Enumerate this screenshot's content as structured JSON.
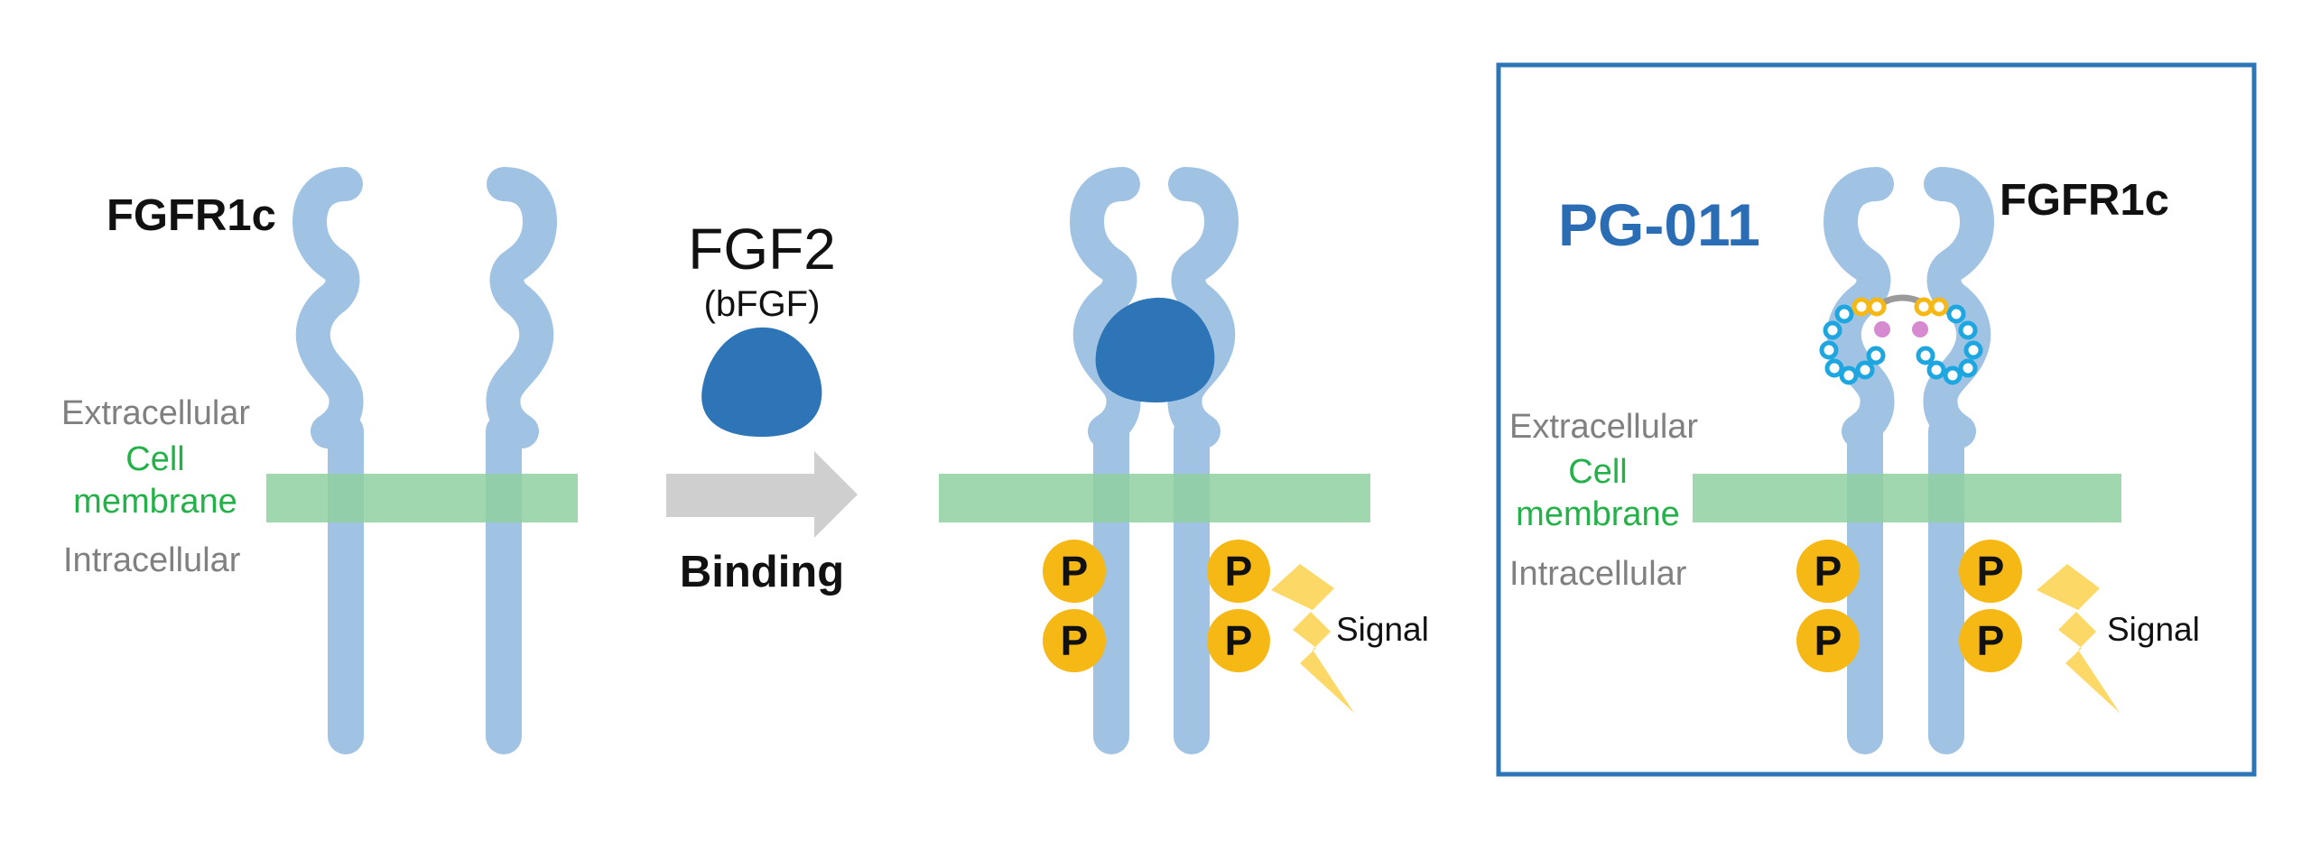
{
  "colors": {
    "receptor": "#a0c3e4",
    "membrane": "#90d0a0",
    "ligand": "#2d75b6",
    "arrow": "#d0cfcf",
    "phospho": "#f5b814",
    "signal": "#fcd866",
    "box_border": "#2d75b6",
    "gray_text": "#808080",
    "green_text": "#25b14a",
    "pg_text": "#2b6db5",
    "bead_ring": "#1ea6e0",
    "bead_yellow": "#f5b814",
    "bead_pink": "#d68ad0",
    "linker": "#9a9a9a"
  },
  "panel1": {
    "receptor_label": "FGFR1c",
    "extracellular": "Extracellular",
    "cell": "Cell",
    "membrane": "membrane",
    "intracellular": "Intracellular"
  },
  "middle": {
    "ligand_name": "FGF2",
    "ligand_alias": "(bFGF)",
    "action": "Binding"
  },
  "panel2": {
    "phospho": "P",
    "signal": "Signal"
  },
  "panel3": {
    "compound": "PG-011",
    "receptor_label": "FGFR1c",
    "extracellular": "Extracellular",
    "cell": "Cell",
    "membrane": "membrane",
    "intracellular": "Intracellular",
    "phospho": "P",
    "signal": "Signal"
  }
}
